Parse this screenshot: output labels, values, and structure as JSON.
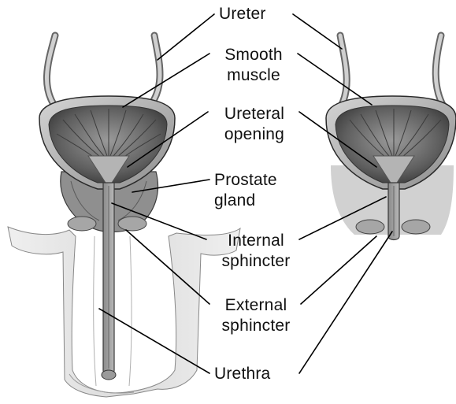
{
  "labels": {
    "ureter": "Ureter",
    "smooth_muscle": [
      "Smooth",
      "muscle"
    ],
    "ureteral_opening": [
      "Ureteral",
      "opening"
    ],
    "prostate_gland": [
      "Prostate",
      "gland"
    ],
    "internal_sphincter": [
      "Internal",
      "sphincter"
    ],
    "external_sphincter": [
      "External",
      "sphincter"
    ],
    "urethra": "Urethra"
  },
  "colors": {
    "outline": "#2a2a2a",
    "bladder_wall": "#bdbdbd",
    "bladder_interior": "#6e6e6e",
    "mucosa_folds": "#4a4a4a",
    "prostate": "#9a9a9a",
    "skin": "#e6e6e6",
    "urethra": "#a8a8a8",
    "leader_line": "#000000"
  }
}
